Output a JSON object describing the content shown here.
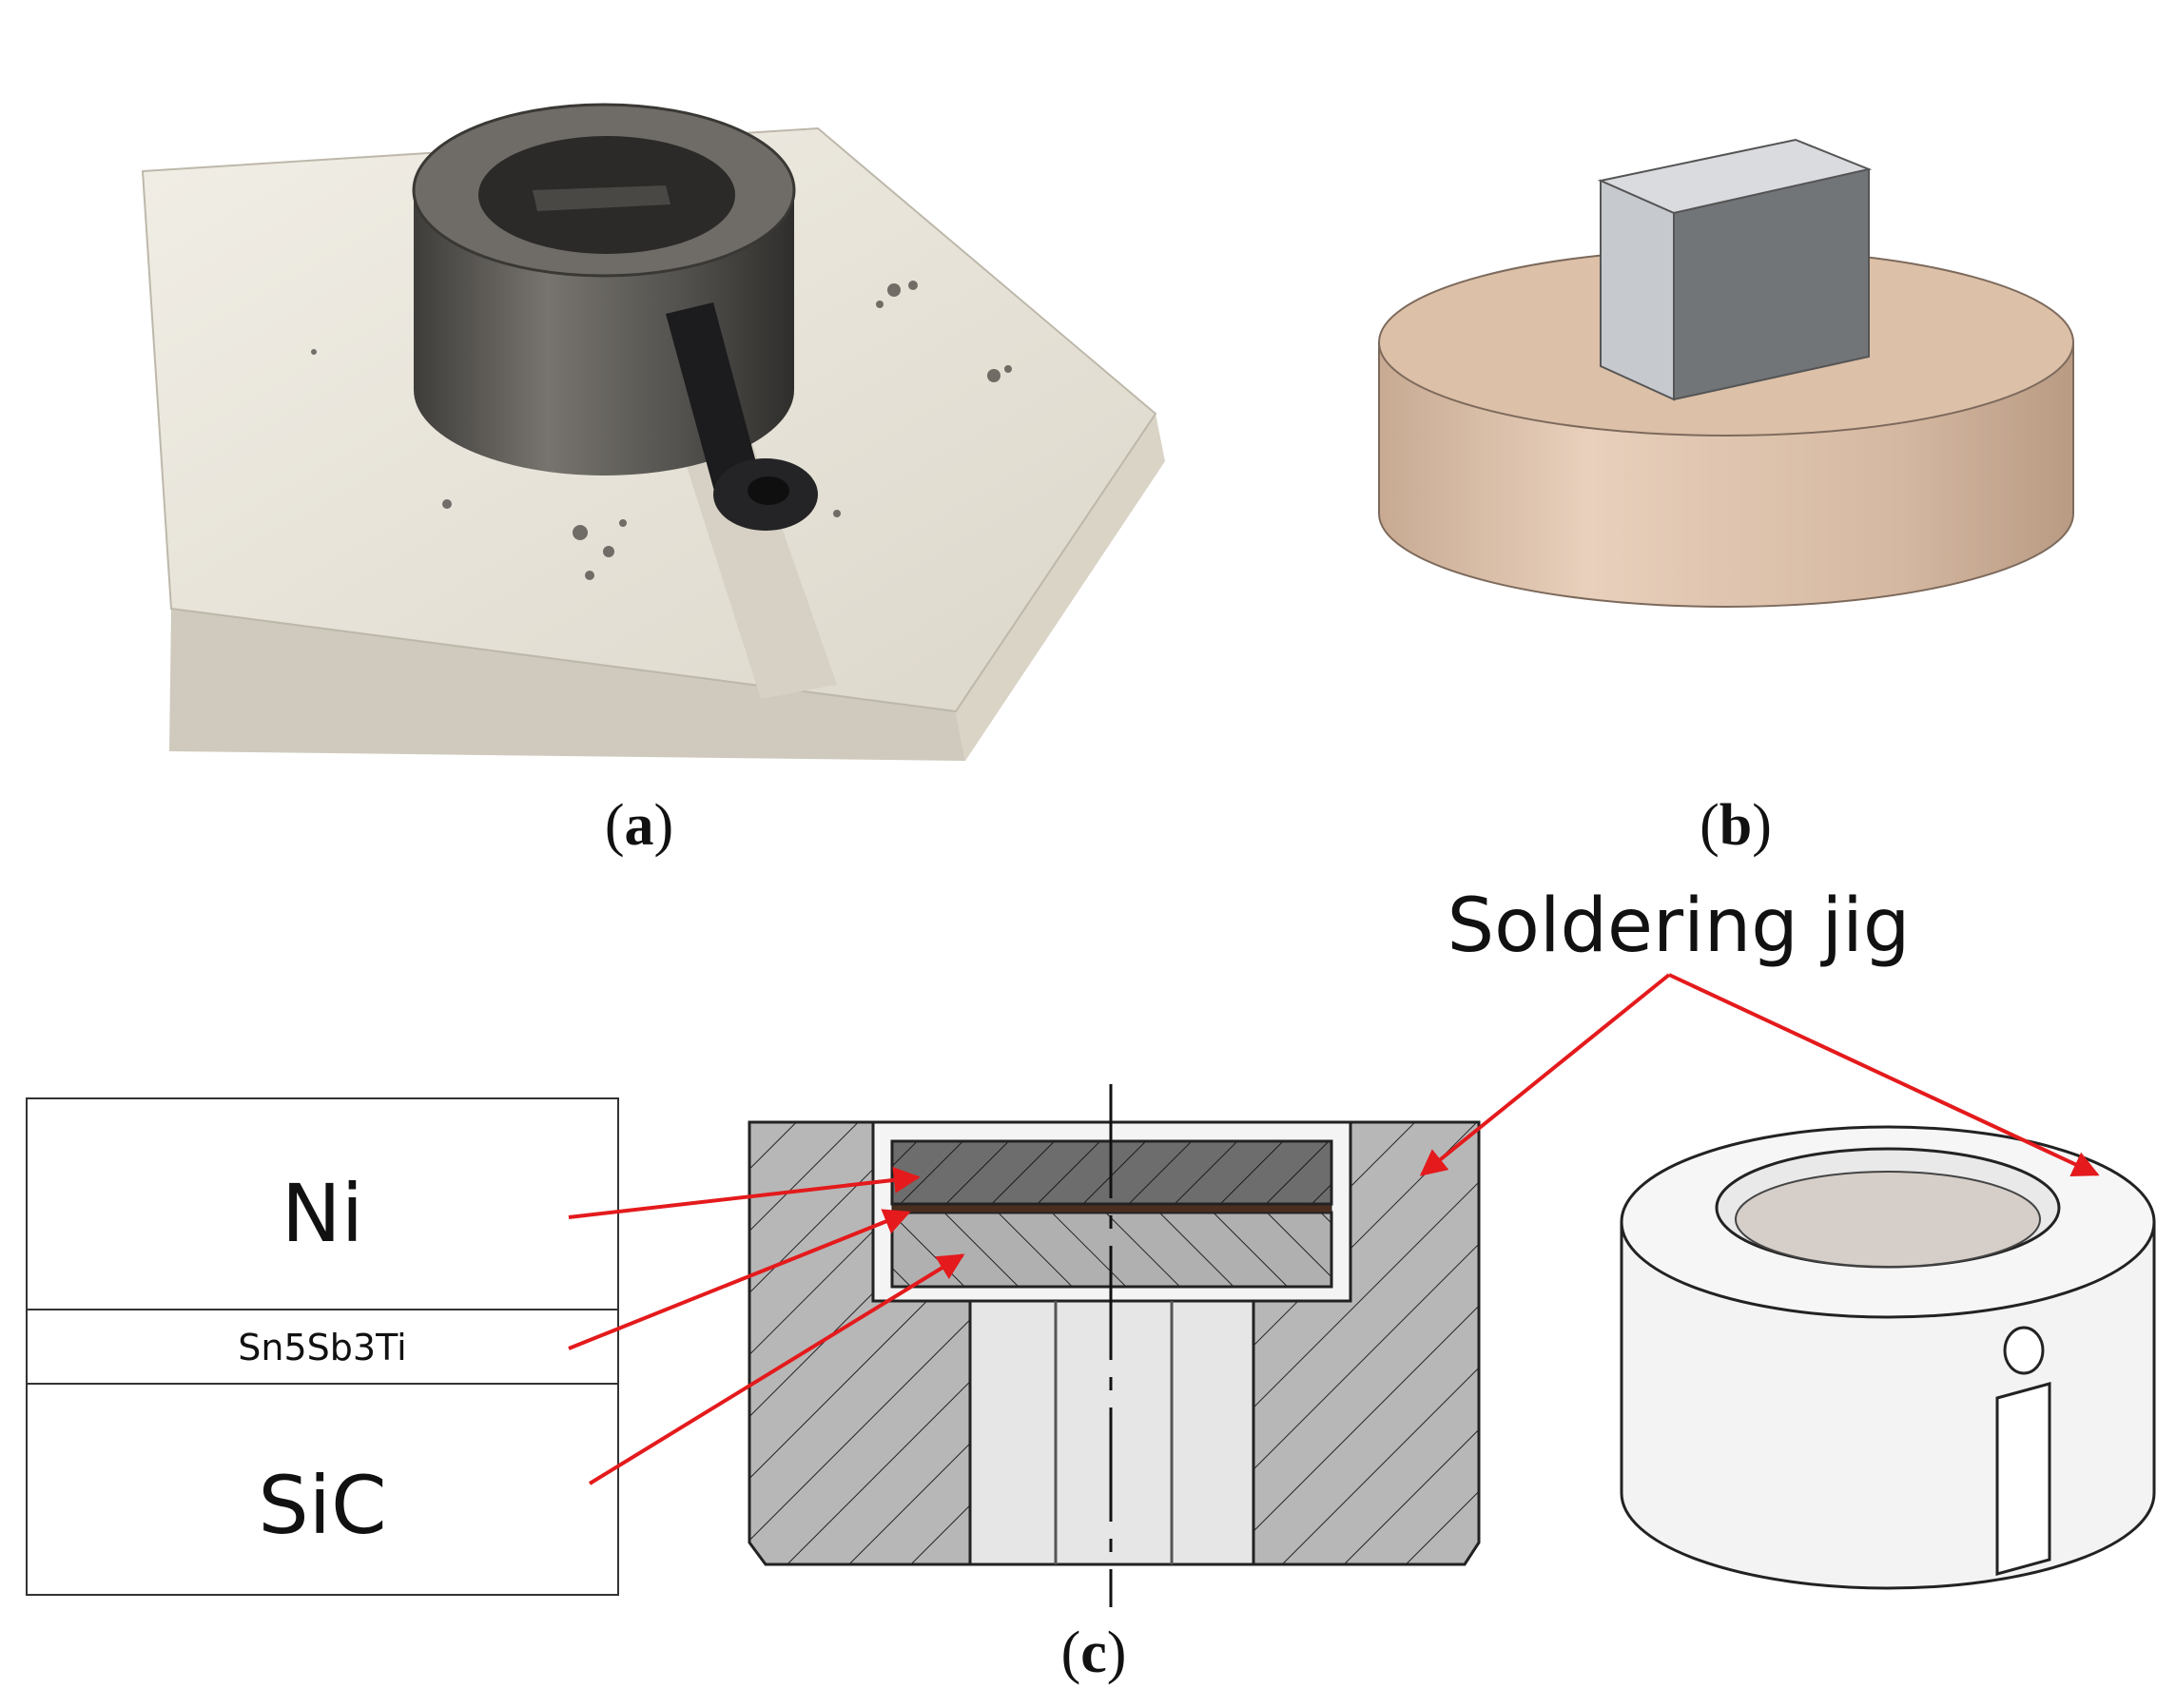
{
  "panels": {
    "a": {
      "open": "(",
      "letter": "a",
      "close": ")"
    },
    "b": {
      "open": "(",
      "letter": "b",
      "close": ")"
    },
    "c": {
      "open": "(",
      "letter": "c",
      "close": ")"
    }
  },
  "callout": {
    "label": "Soldering jig"
  },
  "layers": {
    "top": "Ni",
    "middle": "Sn5Sb3Ti",
    "bottom": "SiC"
  },
  "colors": {
    "arrow": "#e41a1c",
    "ceramic_plate": "#e9e5da",
    "steel_ring": "#5c5a57",
    "disc": "#dcc0a8",
    "cube_front": "#c9ccd1",
    "cube_side": "#707375",
    "section_fill": "#b4b4b4",
    "ni_layer": "#6a6a6a",
    "solder_layer": "#4a2e20",
    "jig_body": "#f2f2f2"
  }
}
